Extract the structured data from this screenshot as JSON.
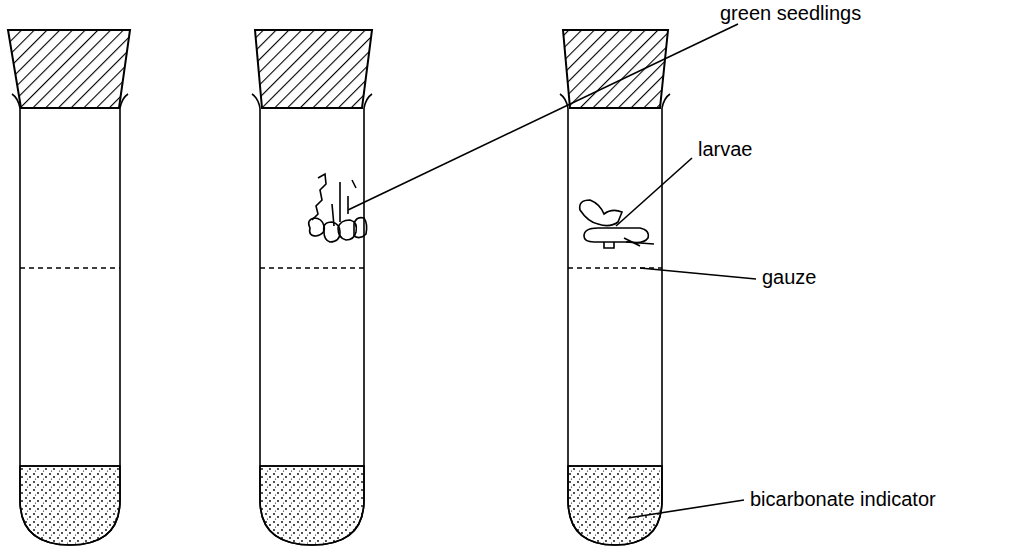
{
  "diagram": {
    "labels": [
      "green seedlings",
      "larvae",
      "gauze",
      "bicarbonate indicator"
    ]
  }
}
